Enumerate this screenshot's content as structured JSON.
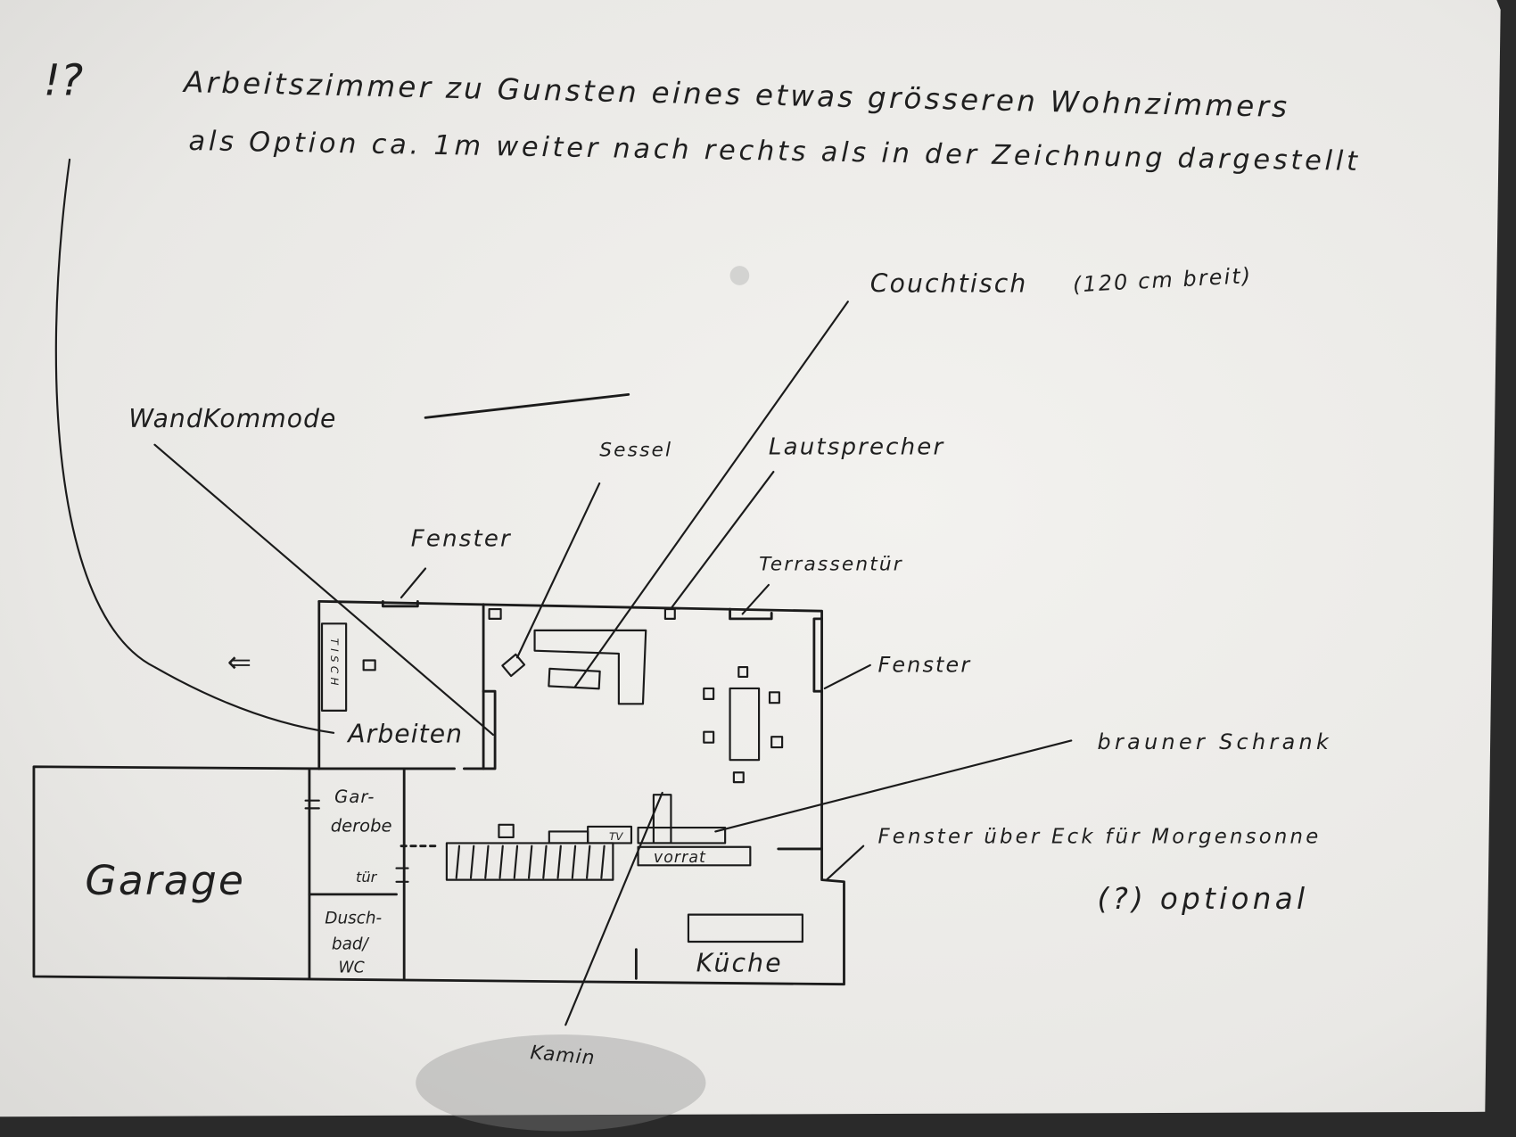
{
  "note": {
    "marker": "!?",
    "line1": "Arbeitszimmer zu Gunsten eines etwas grösseren Wohnzimmers",
    "line2": "als Option ca. 1m weiter nach rechts als in der Zeichnung dargestellt"
  },
  "labels": {
    "couchtisch": "Couchtisch",
    "couchtisch_size": "(120 cm breit)",
    "wandkommode": "WandKommode",
    "sessel": "Sessel",
    "lautsprecher": "Lautsprecher",
    "fenster_top": "Fenster",
    "terrassentuer": "Terrassentür",
    "fenster_right": "Fenster",
    "brauner_schrank": "brauner Schrank",
    "fenster_eck": "Fenster über Eck für Morgensonne",
    "optional": "(?) optional",
    "kamin": "Kamin",
    "arrow": "⇐"
  },
  "rooms": {
    "arbeiten": "Arbeiten",
    "tisch": "TISCH",
    "garage": "Garage",
    "garderobe_1": "Gar-",
    "garderobe_2": "derobe",
    "tuer": "tür",
    "duschbad_1": "Dusch-",
    "duschbad_2": "bad/",
    "duschbad_3": "WC",
    "vorrat": "vorrat",
    "tv": "TV",
    "kueche": "Küche"
  },
  "colors": {
    "paper": "#ecebe8",
    "ink": "#1b1b1b"
  }
}
